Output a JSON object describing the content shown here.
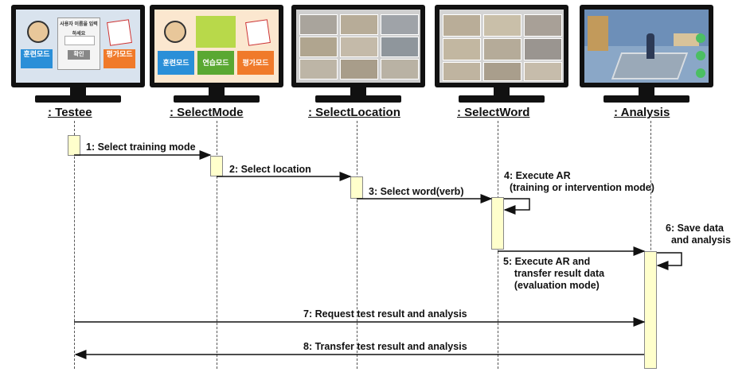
{
  "actors": [
    {
      "label": ": Testee"
    },
    {
      "label": ": SelectMode"
    },
    {
      "label": ": SelectLocation"
    },
    {
      "label": ": SelectWord"
    },
    {
      "label": ": Analysis"
    }
  ],
  "screens": {
    "testee": {
      "mode_left": "훈련모드",
      "mode_right": "평가모드",
      "center_title": "사용자 이름을 입력하세요",
      "center_button": "확인"
    },
    "select_mode": {
      "mode_1": "훈련모드",
      "mode_2": "연습모드",
      "mode_3": "평가모드"
    }
  },
  "messages": [
    {
      "text": "1: Select training mode"
    },
    {
      "text": "2: Select location"
    },
    {
      "text": "3: Select word(verb)"
    },
    {
      "text": "4: Execute AR\n  (training or intervention mode)"
    },
    {
      "text": "5: Execute AR and\n    transfer result data\n    (evaluation mode)"
    },
    {
      "text": "6: Save data\n  and analysis"
    },
    {
      "text": "7: Request test result and analysis"
    },
    {
      "text": "8: Transfer test result and analysis"
    }
  ],
  "colors": {
    "activation": "#ffffcc",
    "mode_blue": "#2a8fd8",
    "mode_green": "#5aa832",
    "mode_orange": "#f07a2a"
  }
}
